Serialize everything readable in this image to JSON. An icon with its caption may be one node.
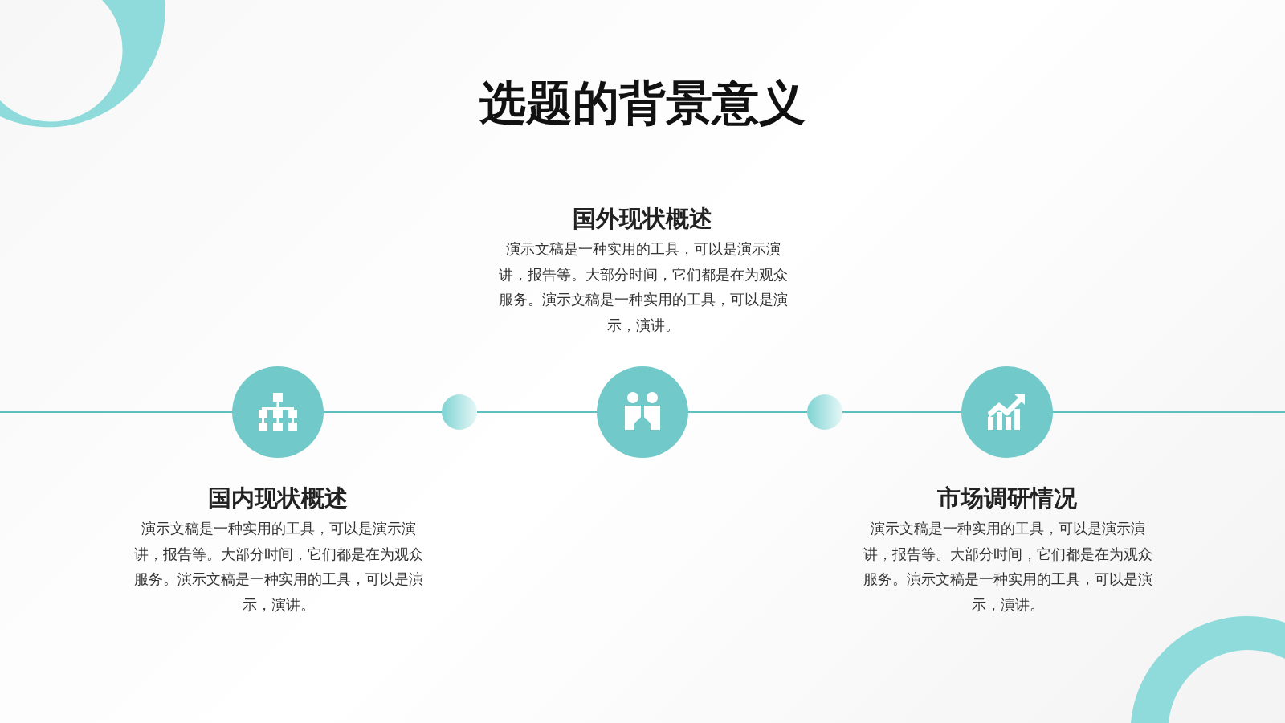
{
  "diagram": {
    "title": "选题的背景意义",
    "nodes": [
      {
        "text": [],
        "shape": "circle",
        "beside": [
          "国内现状概述",
          "演示文稿是一种实用的工具，可以是演示演讲，报告等。大部分时间，它们都是在为观众服务。演示文稿是一种实用的工具，可以是演示，演讲。"
        ]
      },
      {
        "text": [],
        "shape": "circle"
      },
      {
        "text": [],
        "shape": "circle",
        "beside": [
          "国外现状概述",
          "演示文稿是一种实用的工具，可以是演示演讲，报告等。大部分时间，它们都是在为观众服务。演示文稿是一种实用的工具，可以是演示，演讲。"
        ]
      },
      {
        "text": [],
        "shape": "circle"
      },
      {
        "text": [],
        "shape": "circle",
        "beside": [
          "市场调研情况",
          "演示文稿是一种实用的工具，可以是演示演讲，报告等。大部分时间，它们都是在为观众服务。演示文稿是一种实用的工具，可以是演示，演讲。"
        ]
      }
    ],
    "edges": [
      {
        "from": null,
        "to": 0,
        "arrow": "none"
      },
      {
        "from": 0,
        "to": 1,
        "arrow": "none"
      },
      {
        "from": 1,
        "to": 2,
        "arrow": "none"
      },
      {
        "from": 2,
        "to": 3,
        "arrow": "none"
      },
      {
        "from": 3,
        "to": 4,
        "arrow": "none"
      },
      {
        "from": 4,
        "to": null,
        "arrow": "none"
      }
    ]
  }
}
